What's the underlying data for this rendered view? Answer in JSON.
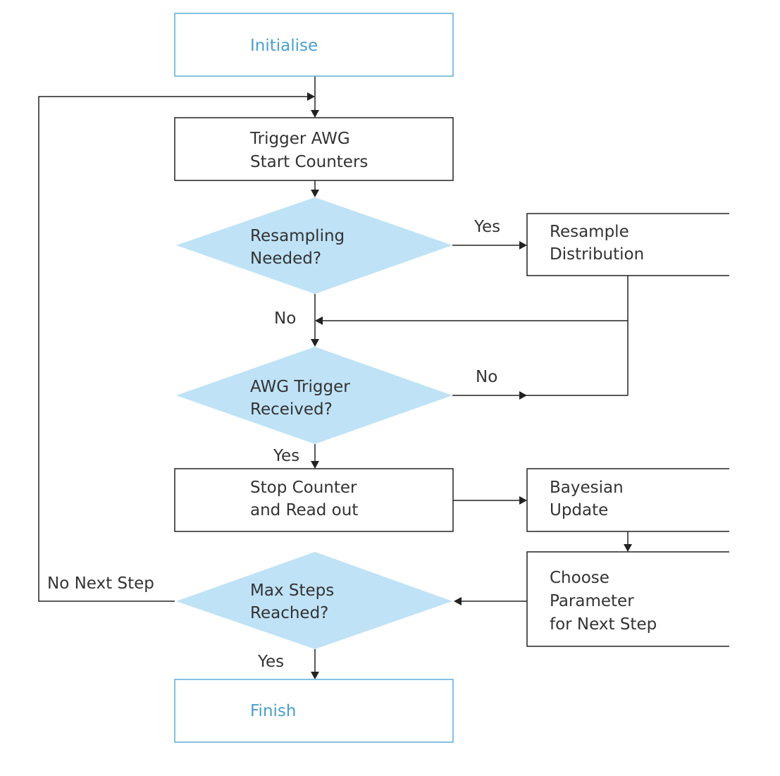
{
  "nodes": {
    "initialise": {
      "lines": [
        "Initialise"
      ]
    },
    "trigger_awg": {
      "lines": [
        "Trigger AWG",
        "Start Counters"
      ]
    },
    "resampling_needed": {
      "lines": [
        "Resampling",
        "Needed?"
      ]
    },
    "resample_distribution": {
      "lines": [
        "Resample",
        "Distribution"
      ]
    },
    "awg_trigger_received": {
      "lines": [
        "AWG Trigger",
        "Received?"
      ]
    },
    "stop_counter": {
      "lines": [
        "Stop Counter",
        "and Read out"
      ]
    },
    "bayesian_update": {
      "lines": [
        "Bayesian",
        "Update"
      ]
    },
    "choose_parameter": {
      "lines": [
        "Choose",
        "Parameter",
        "for Next Step"
      ]
    },
    "max_steps_reached": {
      "lines": [
        "Max Steps",
        "Reached?"
      ]
    },
    "finish": {
      "lines": [
        "Finish"
      ]
    }
  },
  "edge_labels": {
    "resampling_yes": "Yes",
    "resampling_no": "No",
    "awg_no": "No",
    "awg_yes": "Yes",
    "max_steps_no": "No Next Step",
    "max_steps_yes": "Yes"
  },
  "colors": {
    "decision_fill": "#bfe2f6",
    "terminal_border": "#5aaed6",
    "terminal_text": "#4a9fcc",
    "line": "#222222"
  }
}
